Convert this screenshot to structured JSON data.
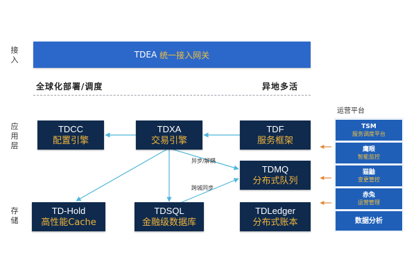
{
  "layers": {
    "access": "接入",
    "application": "应用层",
    "storage": "存储"
  },
  "gateway": {
    "name": "TDEA",
    "label": "统一接入网关"
  },
  "notes": {
    "global": "全球化部署/调度",
    "multi_active": "异地多活"
  },
  "boxes": {
    "tdcc": {
      "title": "TDCC",
      "subtitle": "配置引擎"
    },
    "tdxa": {
      "title": "TDXA",
      "subtitle": "交易引擎"
    },
    "tdf": {
      "title": "TDF",
      "subtitle": "服务框架"
    },
    "tdmq": {
      "title": "TDMQ",
      "subtitle": "分布式队列"
    },
    "tdhold": {
      "title": "TD-Hold",
      "subtitle": "高性能Cache"
    },
    "tdsql": {
      "title": "TDSQL",
      "subtitle": "金融级数据库"
    },
    "tdledger": {
      "title": "TDLedger",
      "subtitle": "分布式账本"
    }
  },
  "connections": {
    "async": "异步/解耦",
    "cross_city": "跨城同步"
  },
  "ops": {
    "title": "运营平台",
    "items": [
      {
        "title": "TSM",
        "subtitle": "服务调度平台"
      },
      {
        "title": "鹰眼",
        "subtitle": "智能监控"
      },
      {
        "title": "猫鼬",
        "subtitle": "变更管控"
      },
      {
        "title": "赤兔",
        "subtitle": "运营管理"
      },
      {
        "title": "数据分析",
        "subtitle": ""
      }
    ]
  },
  "colors": {
    "gateway": "#2c68c9",
    "box": "#0f2a4d",
    "box_subtitle": "#f0b43c",
    "ops_item": "#1f5fb8",
    "arrow": "#4fb7d9",
    "ops_arrow": "#e08a3a"
  }
}
